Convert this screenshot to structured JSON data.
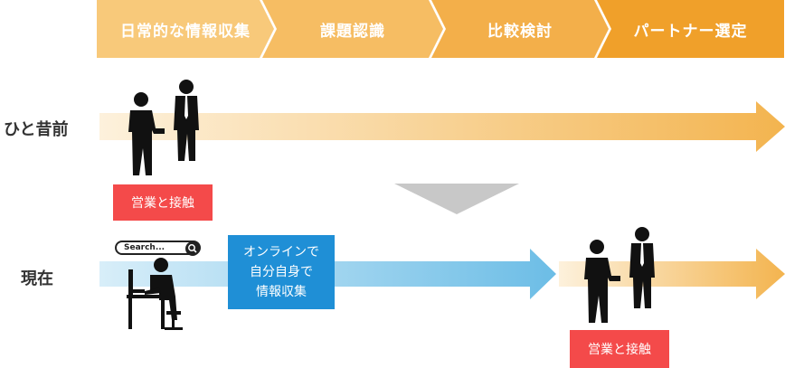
{
  "stages": [
    {
      "label": "日常的な情報収集"
    },
    {
      "label": "課題認識"
    },
    {
      "label": "比較検討"
    },
    {
      "label": "パートナー選定"
    }
  ],
  "rows": {
    "past": {
      "label": "ひと昔前",
      "tag": "営業と接触"
    },
    "present": {
      "label": "現在",
      "search_text": "Search...",
      "info_lines": [
        "オンラインで",
        "自分自身で",
        "情報収集"
      ],
      "tag": "営業と接触"
    }
  },
  "colors": {
    "stage_light": "#f8c97a",
    "stage_dark": "#f0a02a",
    "orange_arrow": "#f3b44f",
    "blue_arrow": "#6cbde6",
    "red_tag": "#f44a4a",
    "blue_box": "#1f8fd6",
    "divider_triangle": "#c8c8c8"
  },
  "icons": {
    "people_past": "business-people-icon",
    "person_computer": "person-at-computer-icon",
    "people_present": "business-people-icon",
    "search": "search-icon"
  }
}
